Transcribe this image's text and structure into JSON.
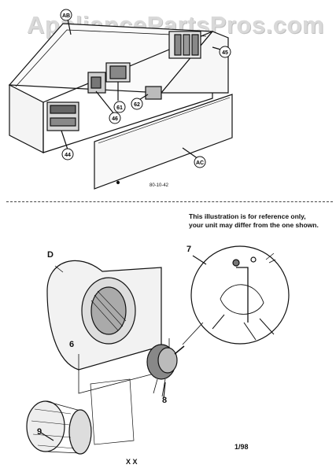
{
  "watermark": "AppliancePartsPros.com",
  "top_diagram": {
    "callouts": [
      "AB",
      "45",
      "61",
      "46",
      "62",
      "44",
      "AC"
    ],
    "code": "80-10-42"
  },
  "note": {
    "line1": "This illustration is for reference only,",
    "line2": "your unit may differ from the one shown."
  },
  "bottom_diagram": {
    "labels": {
      "d": "D",
      "six": "6",
      "seven": "7",
      "eight": "8",
      "nine": "9"
    }
  },
  "footer": {
    "date": "1/98",
    "marks": "X X"
  }
}
